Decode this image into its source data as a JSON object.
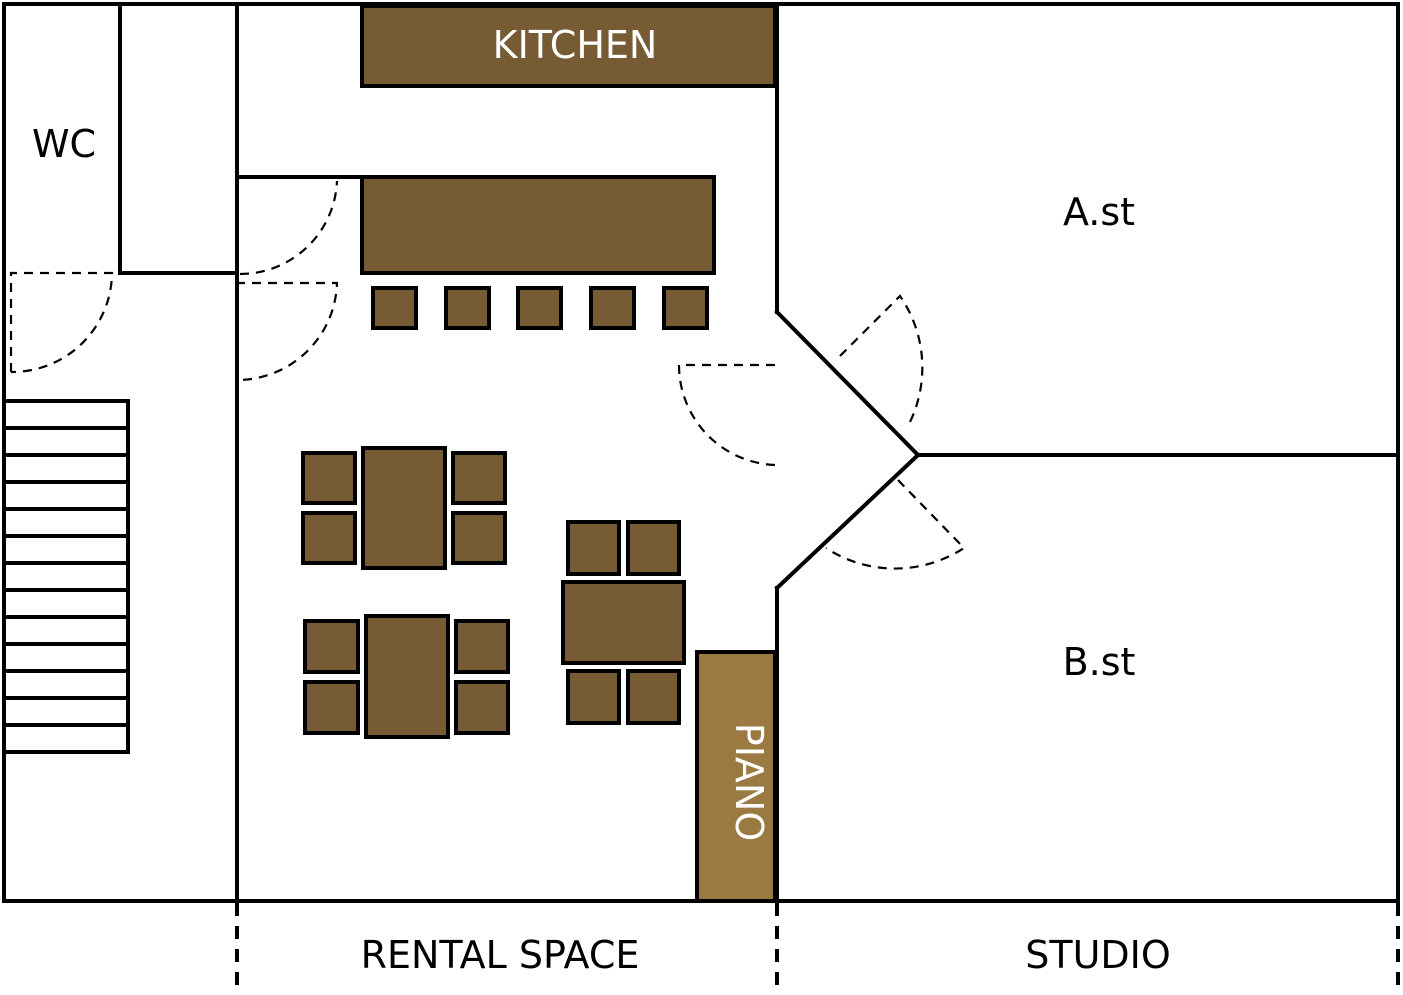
{
  "colors": {
    "furniture": "#765b34",
    "piano": "#9b7a42",
    "line": "#000000",
    "background": "#ffffff",
    "light_text": "#ffffff"
  },
  "labels": {
    "wc": "WC",
    "kitchen": "KITCHEN",
    "studio_a": "A.st",
    "studio_b": "B.st",
    "piano": "PIANO",
    "rental_space": "RENTAL SPACE",
    "studio": "STUDIO"
  }
}
